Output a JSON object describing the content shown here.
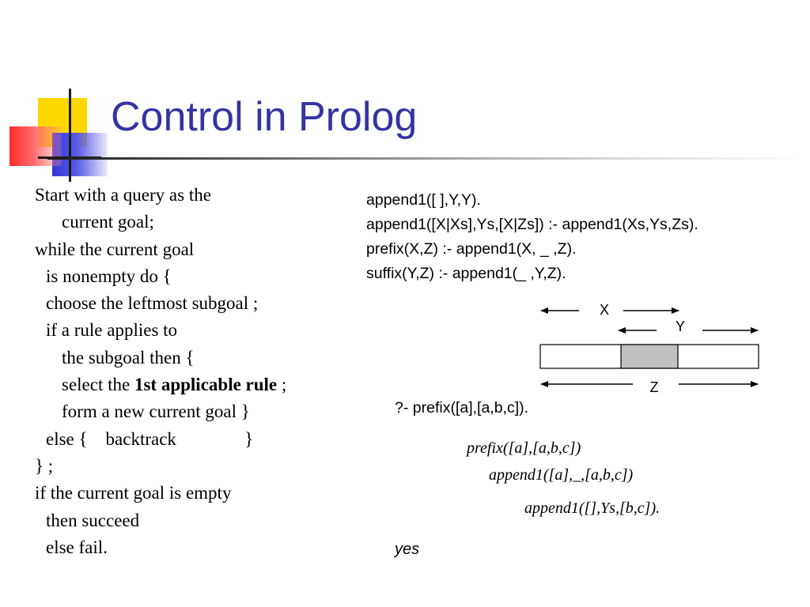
{
  "slide": {
    "title": "Control in Prolog"
  },
  "algorithm": {
    "lines": [
      "Start with a query as the",
      "current goal;",
      "while the current goal",
      "is nonempty do {",
      "choose the leftmost subgoal ;",
      "if a rule applies to",
      "the subgoal then {",
      "select the ",
      "1st applicable rule",
      " ;",
      "form a new current goal }",
      "else {    backtrack               }",
      "} ;",
      "if the current goal is empty",
      "then succeed",
      "else fail."
    ]
  },
  "code": {
    "lines": [
      "append1([ ],Y,Y).",
      "append1([X|Xs],Ys,[X|Zs]) :- append1(Xs,Ys,Zs).",
      "prefix(X,Z) :- append1(X, _ ,Z).",
      "suffix(Y,Z) :- append1(_ ,Y,Z)."
    ]
  },
  "diagram": {
    "label_x": "X",
    "label_y": "Y",
    "label_z": "Z",
    "shaded_color": "#c0c0c0"
  },
  "query": {
    "text": "?- prefix([a],[a,b,c]).",
    "trace": [
      "prefix([a],[a,b,c])",
      "append1([a],_,[a,b,c])",
      "append1([],Ys,[b,c])."
    ],
    "result": "yes"
  },
  "colors": {
    "title": "#3333a3",
    "logo_yellow": "#ffd700",
    "logo_blue": "#3535d8",
    "logo_red": "#ff2a2a"
  }
}
